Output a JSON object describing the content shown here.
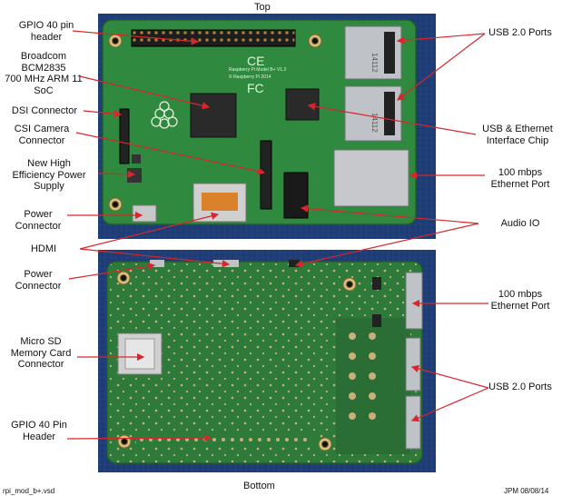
{
  "headings": {
    "top": "Top",
    "bottom": "Bottom"
  },
  "footer": {
    "file_name": "rpi_mod_b+.vsd",
    "author_date": "JPM 08/08/14"
  },
  "board_top_text": {
    "silk_model": "Raspberry Pi Model B+ V1.2",
    "silk_copyright": "© Raspberry Pi 2014",
    "usb_port_code": "14112",
    "ce_mark": "CE",
    "fcc_mark": "FC"
  },
  "labels_left": {
    "gpio_header_top": "GPIO 40 pin\nheader",
    "soc": "Broadcom\nBCM2835\n700 MHz ARM 11\nSoC",
    "dsi": "DSI Connector",
    "csi": "CSI Camera\nConnector",
    "power_supply": "New High\nEfficiency Power\nSupply",
    "power_top": "Power\nConnector",
    "hdmi": "HDMI",
    "power_bottom": "Power\nConnector",
    "micro_sd": "Micro SD\nMemory Card\nConnector",
    "gpio_header_bottom": "GPIO 40 Pin\nHeader"
  },
  "labels_right": {
    "usb_top": "USB 2.0 Ports",
    "usb_eth_chip": "USB & Ethernet\nInterface Chip",
    "ethernet_top": "100 mbps\nEthernet Port",
    "audio": "Audio IO",
    "ethernet_bottom": "100 mbps\nEthernet Port",
    "usb_bottom": "USB 2.0 Ports"
  },
  "colors": {
    "arrow": "#d9262b",
    "board_top": "#2f8a3f",
    "board_bottom": "#2e7a3a",
    "background_felt": "#1f3e78"
  }
}
